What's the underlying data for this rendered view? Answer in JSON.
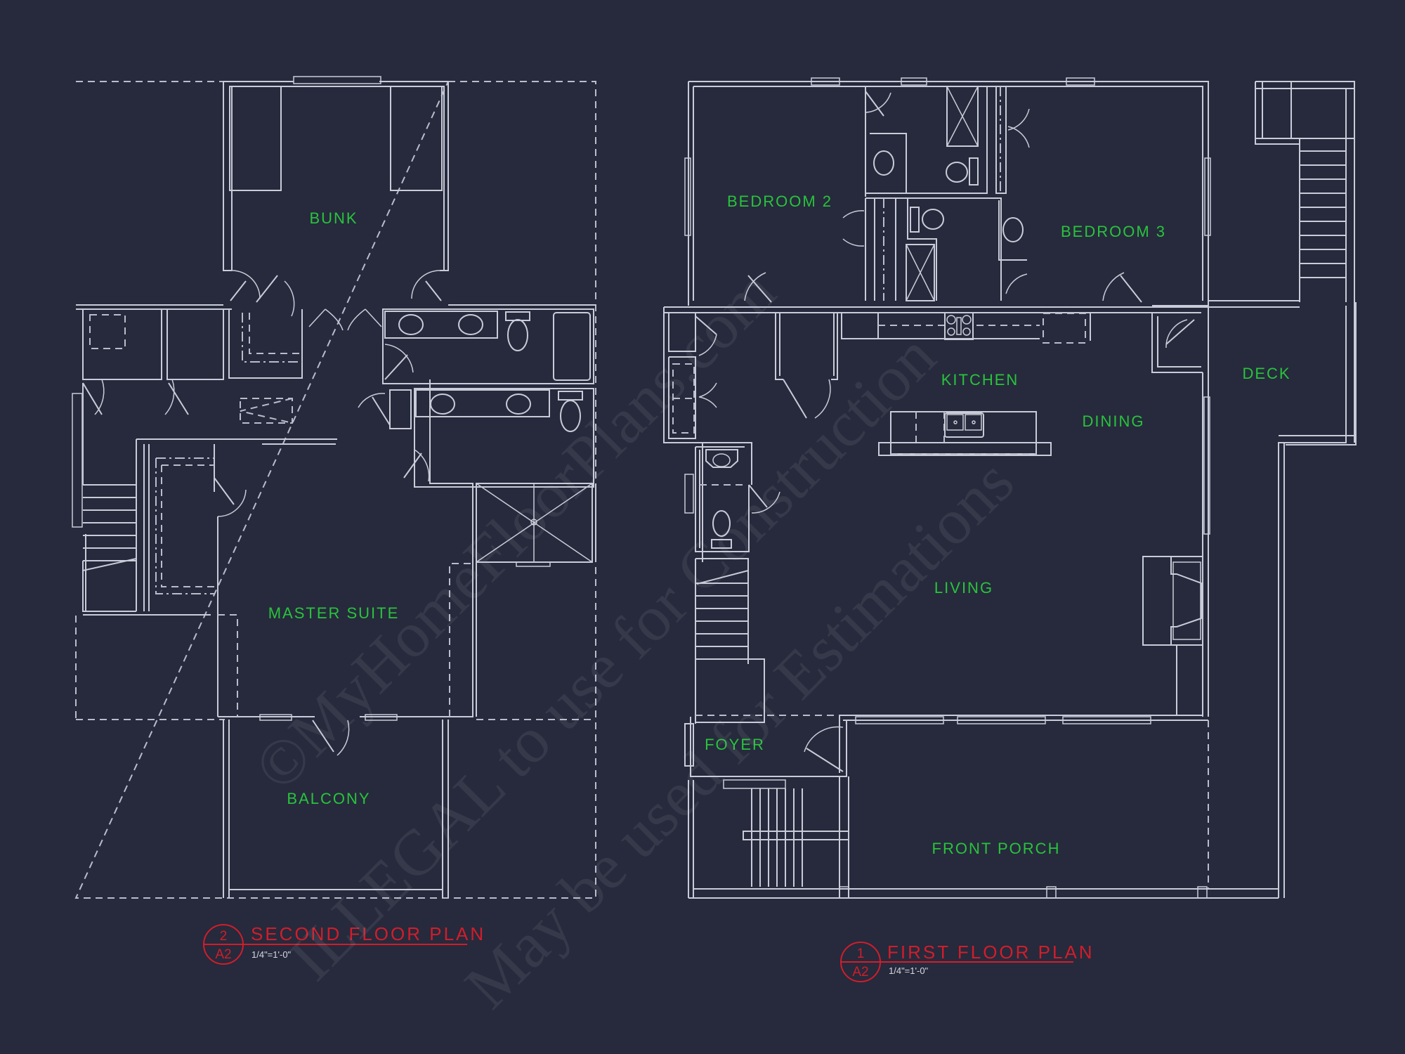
{
  "colors": {
    "background": "#262a3c",
    "linework": "#c9ccd8",
    "room_label": "#29c33c",
    "title": "#d21d2b",
    "scale_text": "#d7d9e2"
  },
  "second_floor": {
    "title": "SECOND FLOOR PLAN",
    "detail_number": "2",
    "sheet": "A2",
    "scale": "1/4\"=1'-0\"",
    "rooms": {
      "bunk": "BUNK",
      "master_suite": "MASTER SUITE",
      "balcony": "BALCONY"
    }
  },
  "first_floor": {
    "title": "FIRST FLOOR PLAN",
    "detail_number": "1",
    "sheet": "A2",
    "scale": "1/4\"=1'-0\"",
    "rooms": {
      "bedroom_2": "BEDROOM 2",
      "bedroom_3": "BEDROOM 3",
      "kitchen": "KITCHEN",
      "dining": "DINING",
      "deck": "DECK",
      "living": "LIVING",
      "foyer": "FOYER",
      "front_porch": "FRONT PORCH"
    }
  },
  "watermark": {
    "line1": "©MyHomeFloorPlans.com",
    "line2": "ILLEGAL to use for Construction",
    "line3": "May be used for Estimations"
  }
}
